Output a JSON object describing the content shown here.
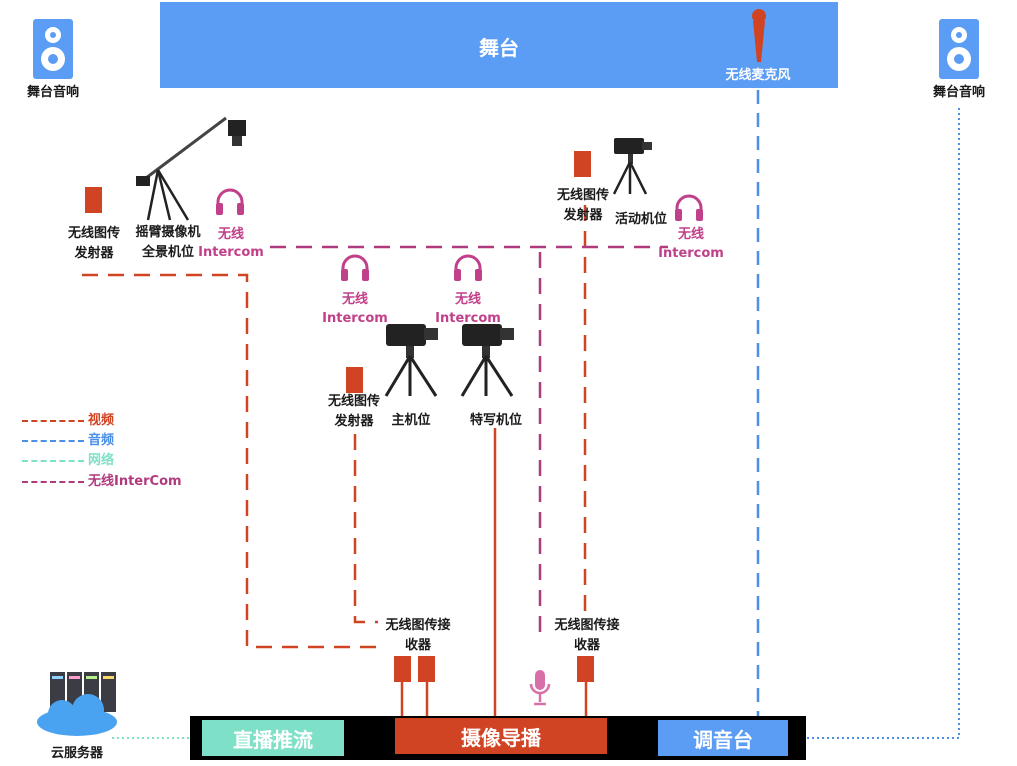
{
  "stage": {
    "title": "舞台",
    "mic_label": "无线麦克风"
  },
  "speakers": {
    "left_label": "舞台音响",
    "right_label": "舞台音响"
  },
  "cameras": {
    "jib": {
      "label_line1": "摇臂摄像机",
      "label_line2": "全景机位"
    },
    "mobile": {
      "label": "活动机位"
    },
    "main": {
      "label": "主机位"
    },
    "closeup": {
      "label": "特写机位"
    }
  },
  "transmitters": {
    "left": {
      "line1": "无线图传",
      "line2": "发射器"
    },
    "mobile": {
      "line1": "无线图传",
      "line2": "发射器"
    },
    "center": {
      "line1": "无线图传",
      "line2": "发射器"
    }
  },
  "intercoms": {
    "jib": {
      "line1": "无线",
      "line2": "Intercom"
    },
    "mobile": {
      "line1": "无线",
      "line2": "Intercom"
    },
    "main": {
      "line1": "无线",
      "line2": "Intercom"
    },
    "closeup": {
      "line1": "无线",
      "line2": "Intercom"
    }
  },
  "receivers": {
    "center": {
      "line1": "无线图传接",
      "line2": "收器"
    },
    "right": {
      "line1": "无线图传接",
      "line2": "收器"
    }
  },
  "bottom": {
    "live_stream": "直播推流",
    "director": "摄像导播",
    "mixer": "调音台",
    "cloud": "云服务器"
  },
  "legend": [
    {
      "label": "视频",
      "color": "#d04423"
    },
    {
      "label": "音频",
      "color": "#4a90e8"
    },
    {
      "label": "网络",
      "color": "#7fe0c8"
    },
    {
      "label": "无线InterCom",
      "color": "#b03a7e"
    }
  ],
  "colors": {
    "video": "#d04423",
    "audio": "#4a90e8",
    "network": "#7fe0c8",
    "intercom": "#b03a7e",
    "stage": "#5b9df5",
    "live_box": "#7fe0c8"
  }
}
